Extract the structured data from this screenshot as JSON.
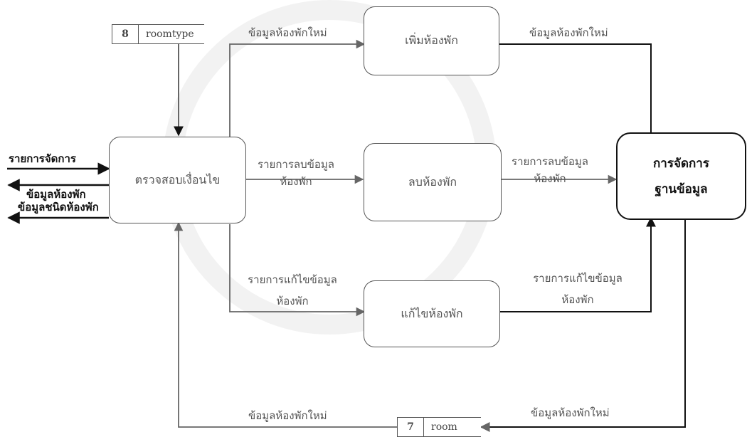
{
  "processes": {
    "check": "ตรวจสอบเงื่อนไข",
    "add": "เพิ่มห้องพัก",
    "delete": "ลบห้องพัก",
    "edit": "แก้ไขห้องพัก"
  },
  "entity": {
    "line1": "การจัดการ",
    "line2": "ฐานข้อมูล"
  },
  "stores": {
    "roomtype": {
      "id": "8",
      "name": "roomtype"
    },
    "room": {
      "id": "7",
      "name": "room"
    }
  },
  "flows": {
    "manage_list": "รายการจัดการ",
    "room_info": "ข้อมูลห้องพัก",
    "room_type_info": "ข้อมูลชนิดห้องพัก",
    "new_room_to_add": "ข้อมูลห้องพักใหม่",
    "add_to_db": "ข้อมูลห้องพักใหม่",
    "delete_list_l1": "รายการลบข้อมูล",
    "delete_list_l2": "ห้องพัก",
    "delete_db_l1": "รายการลบข้อมูล",
    "delete_db_l2": "ห้องพัก",
    "edit_list_l1": "รายการแก้ไขข้อมูล",
    "edit_list_l2": "ห้องพัก",
    "edit_db_l1": "รายการแก้ไขข้อมูล",
    "edit_db_l2": "ห้องพัก",
    "db_to_room": "ข้อมูลห้องพักใหม่",
    "room_to_check": "ข้อมูลห้องพักใหม่"
  }
}
